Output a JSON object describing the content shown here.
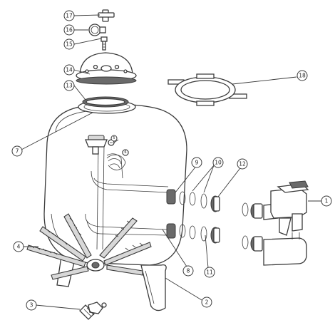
{
  "callouts": [
    {
      "id": "c17",
      "label": "17"
    },
    {
      "id": "c16",
      "label": "16"
    },
    {
      "id": "c15",
      "label": "15"
    },
    {
      "id": "c14",
      "label": "14"
    },
    {
      "id": "c13",
      "label": "13"
    },
    {
      "id": "c7",
      "label": "7"
    },
    {
      "id": "c18",
      "label": "18"
    },
    {
      "id": "c9",
      "label": "9"
    },
    {
      "id": "c10",
      "label": "10"
    },
    {
      "id": "c12",
      "label": "12"
    },
    {
      "id": "c1",
      "label": "1"
    },
    {
      "id": "c4",
      "label": "4"
    },
    {
      "id": "c8",
      "label": "8"
    },
    {
      "id": "c11",
      "label": "11"
    },
    {
      "id": "c2",
      "label": "2"
    },
    {
      "id": "c3",
      "label": "3"
    },
    {
      "id": "c5",
      "label": "5"
    },
    {
      "id": "c6",
      "label": "6"
    }
  ]
}
